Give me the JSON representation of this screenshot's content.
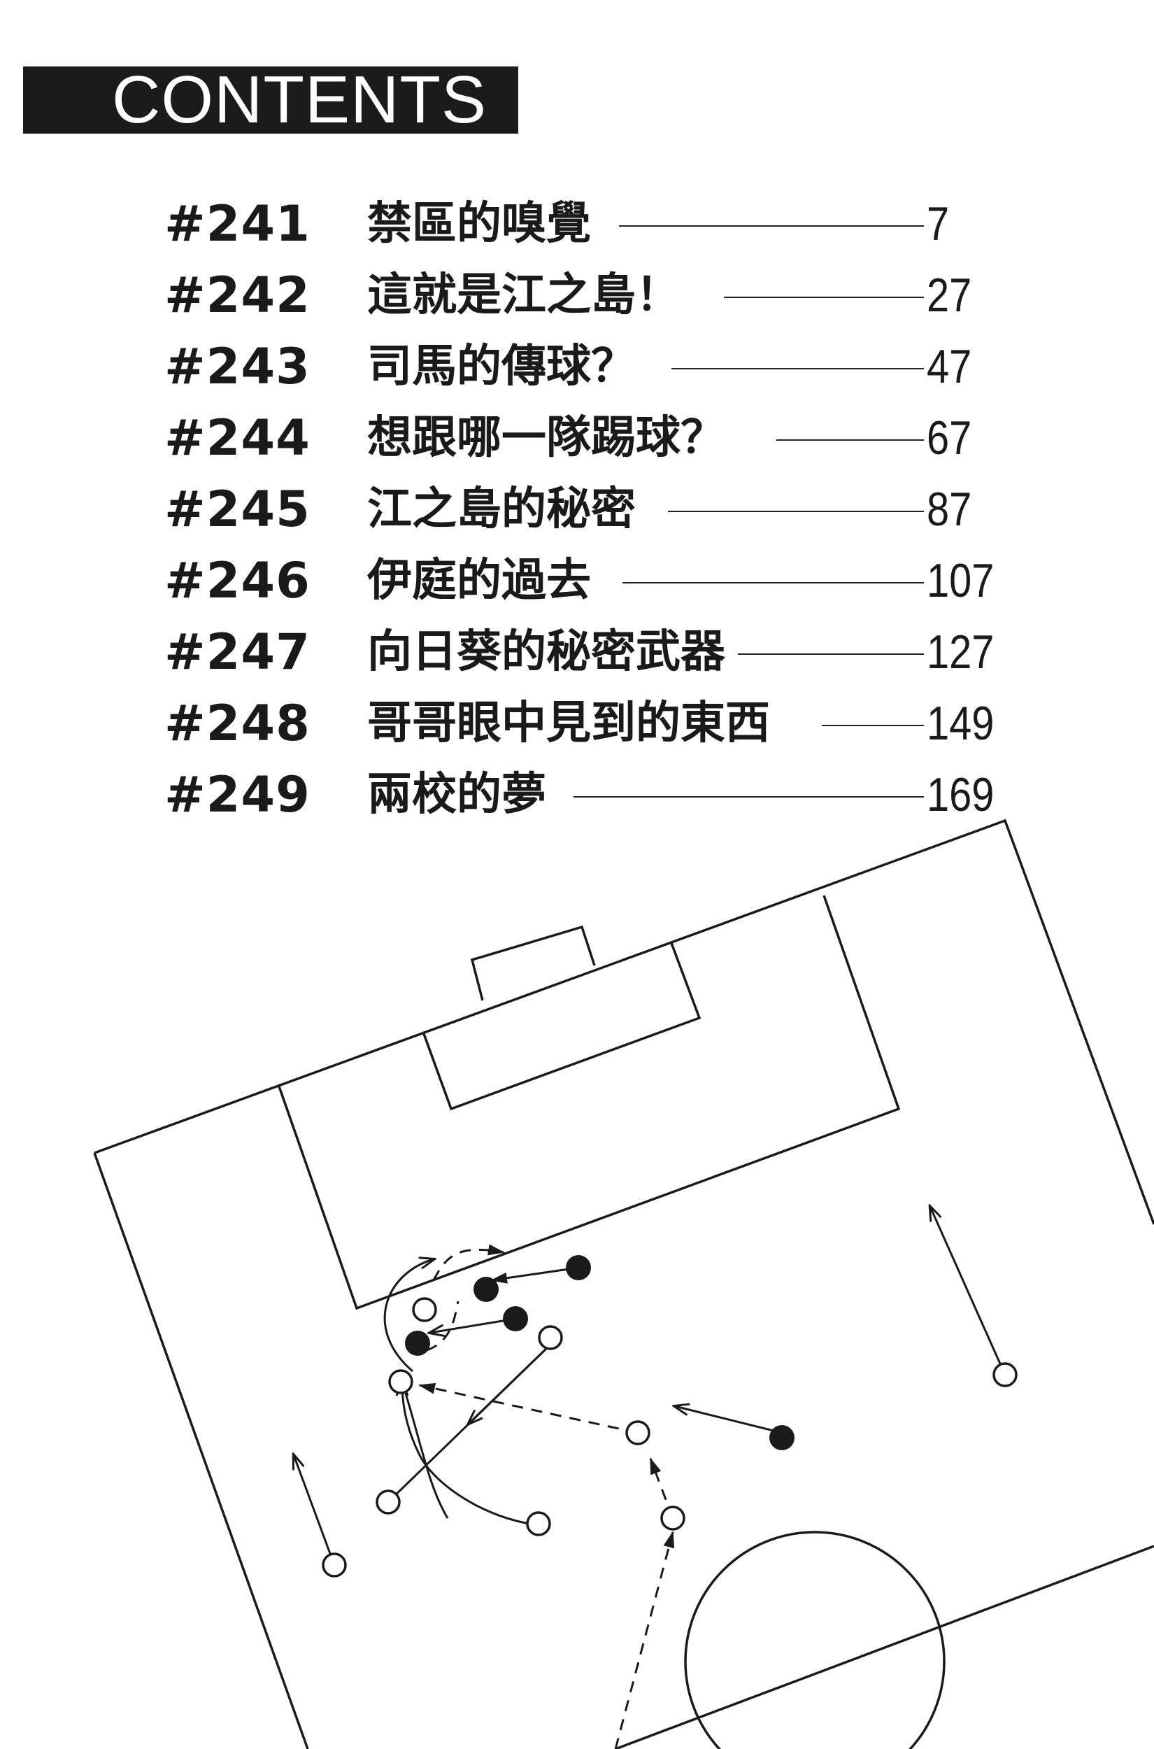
{
  "header": {
    "title": "CONTENTS"
  },
  "toc": [
    {
      "number": "#241",
      "title": "禁區的嗅覺",
      "page": "7"
    },
    {
      "number": "#242",
      "title": "這就是江之島！",
      "page": "27"
    },
    {
      "number": "#243",
      "title": "司馬的傳球？",
      "page": "47"
    },
    {
      "number": "#244",
      "title": "想跟哪一隊踢球？",
      "page": "67"
    },
    {
      "number": "#245",
      "title": "江之島的秘密",
      "page": "87"
    },
    {
      "number": "#246",
      "title": "伊庭的過去",
      "page": "107"
    },
    {
      "number": "#247",
      "title": "向日葵的秘密武器",
      "page": "127"
    },
    {
      "number": "#248",
      "title": "哥哥眼中見到的東西",
      "page": "149"
    },
    {
      "number": "#249",
      "title": "兩校的夢",
      "page": "169"
    }
  ],
  "colors": {
    "ink": "#1a1a1a",
    "paper": "#ffffff",
    "header_bg": "#1b1b1b"
  }
}
